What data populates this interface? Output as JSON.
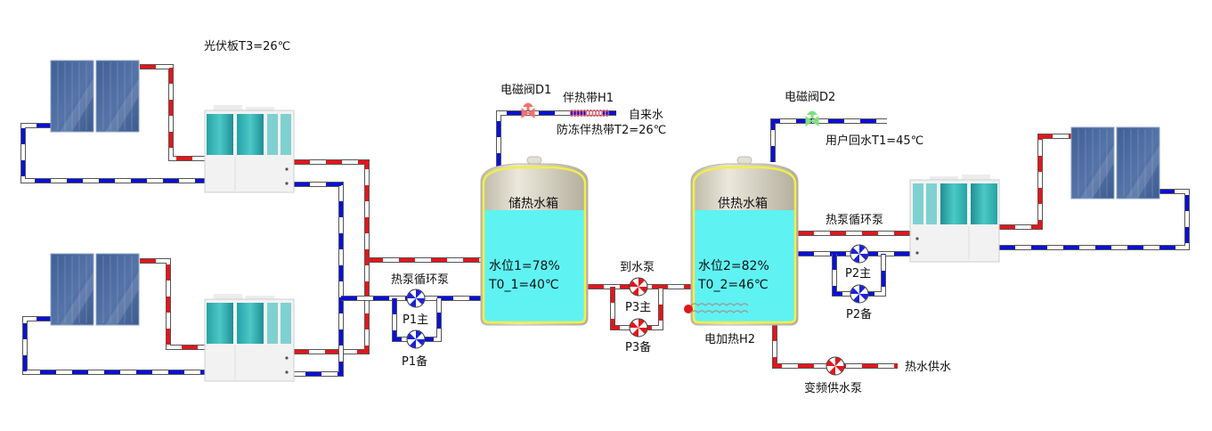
{
  "colors": {
    "hot_pipe": "#e3161b",
    "cold_pipe": "#0a10d6",
    "pipe_stripe": "#ffffff",
    "pipe_outline": "#555555",
    "water": "#5ff2f2",
    "tank_shell": "#d6d2c2",
    "tank_rim": "#f2ee4a",
    "solar_panel": "#4a6a9e",
    "pump_hot": "#e3161b",
    "pump_cold": "#1a22d8",
    "valve_d1": "#f07070",
    "valve_d2": "#7fe07f",
    "heat_pump_fins": "#2fb5b5"
  },
  "labels": {
    "pv_temp": "光伏板T3=26℃",
    "valve_d1": "电磁阀D1",
    "heat_band_h1": "伴热带H1",
    "tap_water": "自来水",
    "antifreeze_temp": "防冻伴热带T2=26℃",
    "valve_d2": "电磁阀D2",
    "return_temp": "用户回水T1=45℃",
    "hp_pump_left": "热泵循环泵",
    "hp_pump_right": "热泵循环泵",
    "p1_main": "P1主",
    "p1_backup": "P1备",
    "transfer_pump": "到水泵",
    "p3_main": "P3主",
    "p3_backup": "P3备",
    "p2_main": "P2主",
    "p2_backup": "P2备",
    "electric_heater": "电加热H2",
    "vfd_pump": "变频供水泵",
    "hot_supply": "热水供水"
  },
  "tanks": {
    "storage": {
      "title": "储热水箱",
      "level_label": "水位1=78%",
      "temp_label": "T0_1=40℃",
      "level_pct": 78,
      "temp_c": 40
    },
    "supply": {
      "title": "供热水箱",
      "level_label": "水位2=82%",
      "temp_label": "T0_2=46℃",
      "level_pct": 82,
      "temp_c": 46
    }
  },
  "sensors": {
    "T1": 45,
    "T2": 26,
    "T3": 26
  }
}
